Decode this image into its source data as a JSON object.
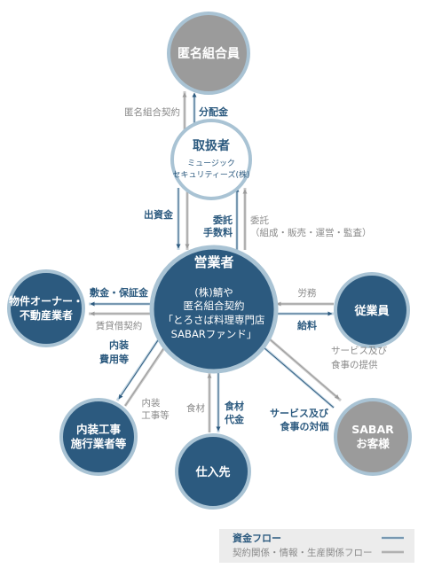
{
  "nodes": {
    "anonymous_partners": {
      "label": "匿名組合員"
    },
    "handler": {
      "title": "取扱者",
      "sub1": "ミュージック",
      "sub2": "セキュリティーズ(株)"
    },
    "operator": {
      "title": "営業者",
      "line1": "(株)鯖や",
      "line2": "匿名組合契約",
      "line3": "「とろさば料理専門店",
      "line4": "SABARファンド」"
    },
    "property_owner": {
      "line1": "物件オーナー・",
      "line2": "不動産業者"
    },
    "employees": {
      "label": "従業員"
    },
    "contractor": {
      "line1": "内装工事",
      "line2": "施行業者等"
    },
    "supplier": {
      "label": "仕入先"
    },
    "customers": {
      "line1": "SABAR",
      "line2": "お客様"
    }
  },
  "flows": {
    "anonymous_contract": "匿名組合契約",
    "distribution": "分配金",
    "investment": "出資金",
    "commission_fee_1": "委託",
    "commission_fee_2": "手数料",
    "consignment_1": "委託",
    "consignment_2": "（組成・販売・運営・監査）",
    "deposit": "敷金・保証金",
    "lease_contract": "賃貸借契約",
    "labor": "労務",
    "salary": "給料",
    "interior_cost_1": "内装",
    "interior_cost_2": "費用等",
    "interior_work_1": "内装",
    "interior_work_2": "工事等",
    "ingredients": "食材",
    "ingredient_cost_1": "食材",
    "ingredient_cost_2": "代金",
    "service_provision_1": "サービス及び",
    "service_provision_2": "食事の提供",
    "service_payment_1": "サービス及び",
    "service_payment_2": "食事の対価"
  },
  "legend": {
    "money_flow": "資金フロー",
    "contract_flow": "契約関係・情報・生産関係フロー"
  },
  "colors": {
    "primary_blue": "#2c5a7f",
    "node_gray": "#9b9b9b",
    "ring_light_blue": "#a9c3d4",
    "flow_gray": "#8a8a8a",
    "legend_bg": "#ececec"
  }
}
